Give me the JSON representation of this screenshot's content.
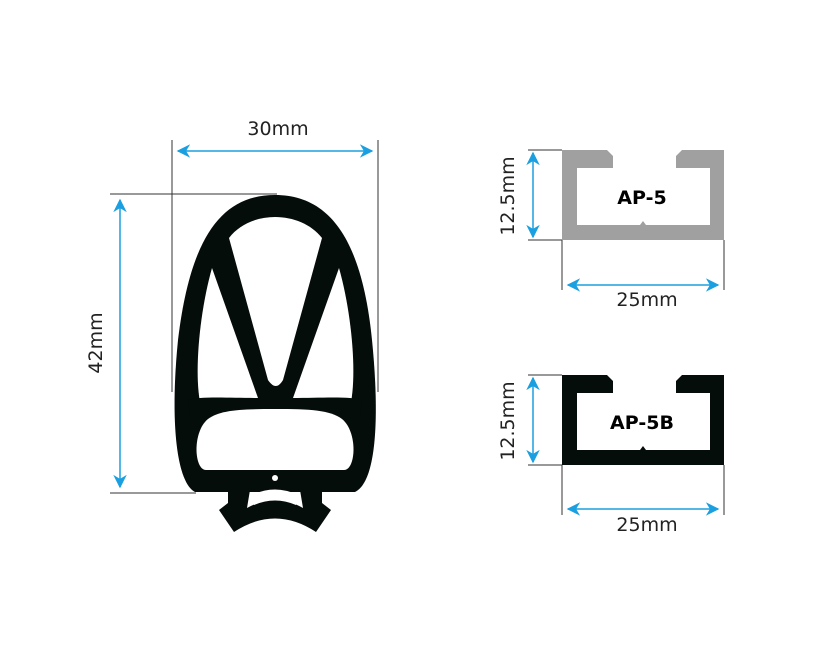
{
  "colors": {
    "arrow": "#1a9fe0",
    "profile_dark": "#050d0b",
    "profile_gray": "#a0a0a0"
  },
  "main_profile": {
    "width_label": "30mm",
    "height_label": "42mm"
  },
  "ap5": {
    "name": "AP-5",
    "height_label": "12.5mm",
    "width_label": "25mm"
  },
  "ap5b": {
    "name": "AP-5B",
    "height_label": "12.5mm",
    "width_label": "25mm"
  }
}
